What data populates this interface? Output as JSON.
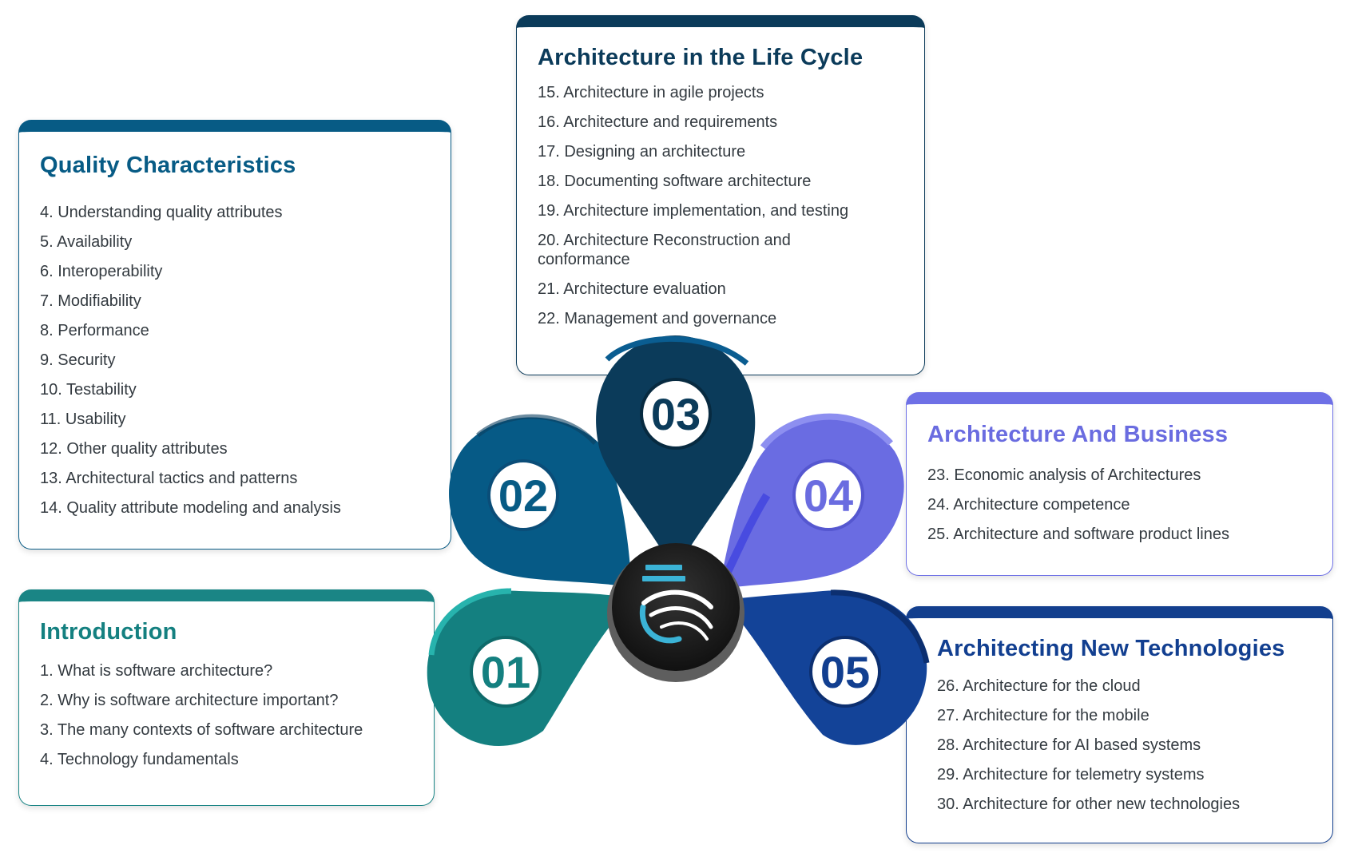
{
  "sections": [
    {
      "number": "01",
      "title": "Introduction",
      "color": "#148080",
      "items": [
        "1. What is software architecture?",
        "2. Why is software architecture important?",
        "3. The many contexts of software architecture",
        "4. Technology fundamentals"
      ]
    },
    {
      "number": "02",
      "title": "Quality Characteristics",
      "color": "#075b85",
      "items": [
        "4. Understanding quality attributes",
        "5. Availability",
        "6. Interoperability",
        "7. Modifiability",
        "8. Performance",
        "9. Security",
        "10. Testability",
        "11. Usability",
        "12. Other quality attributes",
        "13. Architectural tactics and patterns",
        "14. Quality attribute modeling and analysis"
      ]
    },
    {
      "number": "03",
      "title": "Architecture in the Life Cycle",
      "color": "#0b3b5a",
      "items": [
        "15. Architecture in agile projects",
        "16. Architecture and requirements",
        "17. Designing an architecture",
        "18. Documenting software architecture",
        "19. Architecture implementation, and testing",
        "20. Architecture Reconstruction and conformance",
        "21. Architecture evaluation",
        "22. Management and governance"
      ]
    },
    {
      "number": "04",
      "title": "Architecture And Business",
      "color": "#6a6ce0",
      "items": [
        "23. Economic analysis of Architectures",
        "24. Architecture competence",
        "25. Architecture and software product lines"
      ]
    },
    {
      "number": "05",
      "title": "Architecting New Technologies",
      "color": "#123f90",
      "items": [
        "26. Architecture for the cloud",
        "27. Architecture for the mobile",
        "28. Architecture for AI based systems",
        "29. Architecture for telemetry systems",
        "30. Architecture for other new technologies"
      ]
    }
  ],
  "center_logo": "logo-icon"
}
